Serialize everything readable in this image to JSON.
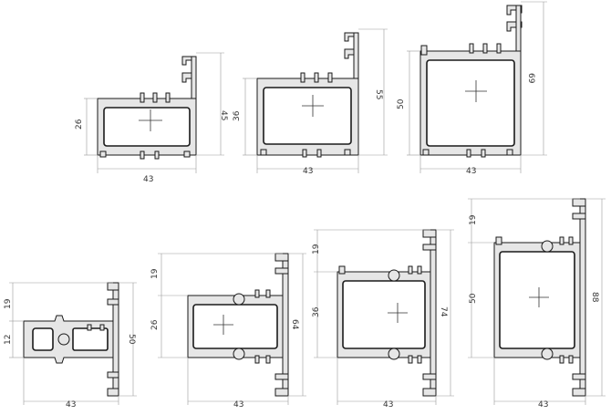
{
  "profiles": [
    {
      "id": "p1",
      "width_label": "43",
      "height_label": "45",
      "chamber_label": "26"
    },
    {
      "id": "p2",
      "width_label": "43",
      "height_label": "55",
      "chamber_label": "36"
    },
    {
      "id": "p3",
      "width_label": "43",
      "height_label": "69",
      "chamber_label": "50"
    },
    {
      "id": "p4",
      "width_label": "43",
      "height_label": "50",
      "upper_label": "19",
      "chamber_label": "12"
    },
    {
      "id": "p5",
      "width_label": "43",
      "height_label": "64",
      "upper_label": "19",
      "chamber_label": "26"
    },
    {
      "id": "p6",
      "width_label": "43",
      "height_label": "74",
      "upper_label": "19",
      "chamber_label": "36"
    },
    {
      "id": "p7",
      "width_label": "43",
      "height_label": "88",
      "upper_label": "19",
      "chamber_label": "50"
    }
  ]
}
